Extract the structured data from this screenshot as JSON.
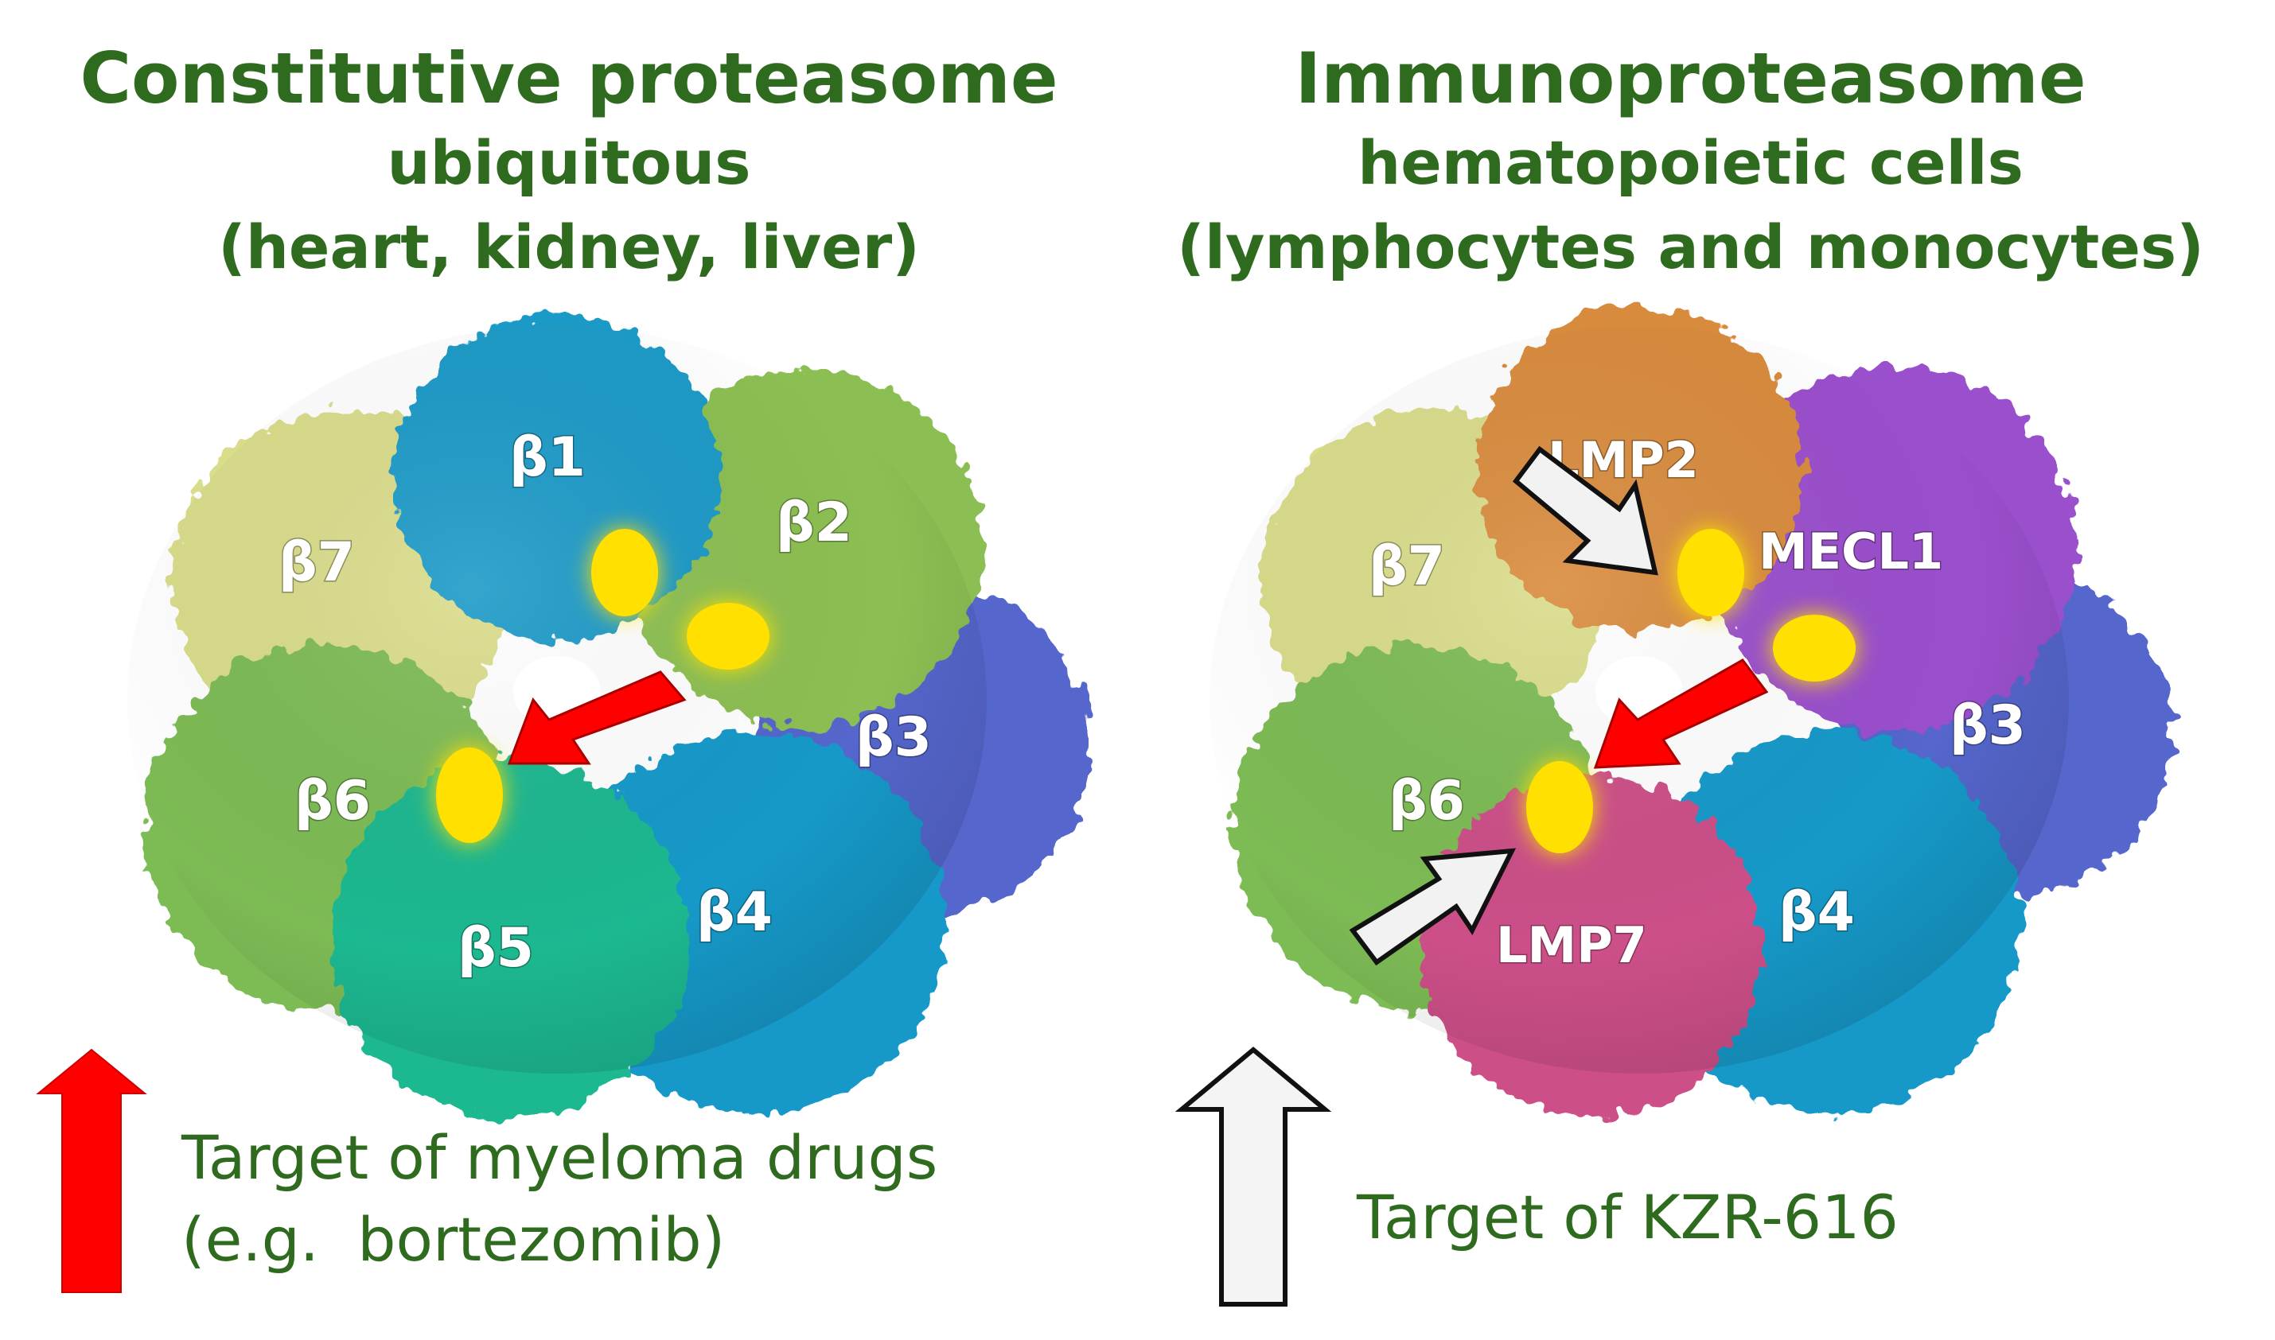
{
  "left_panel": {
    "title": "Constitutive proteasome",
    "subtitle": "ubiquitous",
    "tissues": "(heart, kidney, liver)",
    "subunits": [
      "β1",
      "β2",
      "β3",
      "β4",
      "β5",
      "β6",
      "β7"
    ],
    "legend_line1": "Target of myeloma drugs",
    "legend_line2": "(e.g.  bortezomib)",
    "arrow_color": "#ff0000"
  },
  "right_panel": {
    "title": "Immunoproteasome",
    "subtitle": "hematopoietic cells",
    "tissues": "(lymphocytes and monocytes)",
    "subunits": [
      "LMP2",
      "MECL1",
      "β3",
      "β4",
      "LMP7",
      "β6",
      "β7"
    ],
    "legend_line1": "Target of KZR-616",
    "arrow_color": "#f2f2f2"
  },
  "colors": {
    "text_green": "#2f6b1f",
    "active_site": "#ffe000",
    "beta1": "#1b9ac7",
    "beta2": "#8cbf52",
    "beta3": "#5566cc",
    "beta4": "#1799c9",
    "beta5": "#1fb890",
    "beta6": "#7dbb55",
    "beta7": "#d9dc8a",
    "lmp2": "#d98b3c",
    "mecl1": "#9a4fcc",
    "lmp7": "#cc4f88"
  }
}
